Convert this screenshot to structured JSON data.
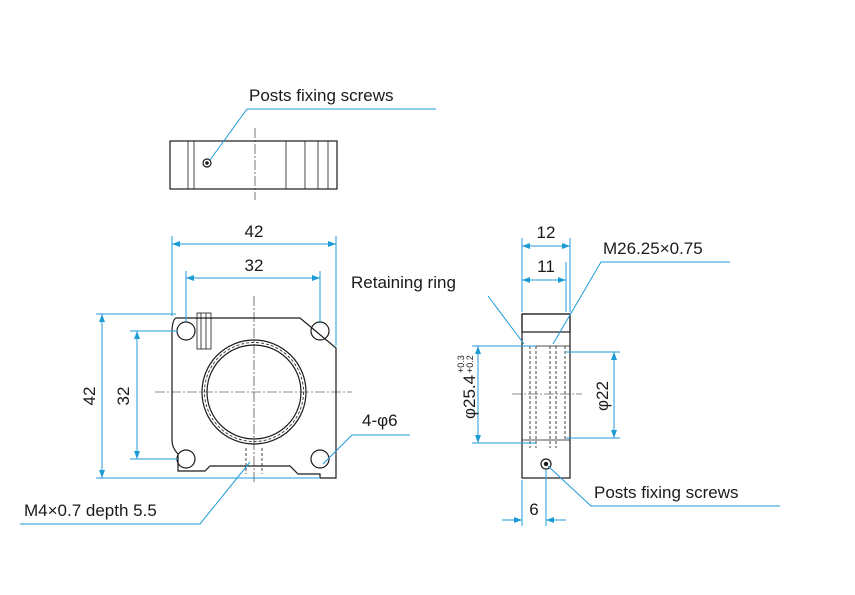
{
  "labels": {
    "posts_fixing_top": "Posts fixing screws",
    "posts_fixing_side": "Posts fixing screws",
    "retaining_ring": "Retaining ring",
    "thread_spec": "M26.25×0.75",
    "tapped_hole": "M4×0.7 depth 5.5",
    "holes": "4-φ6"
  },
  "dimensions": {
    "front_width_outer": "42",
    "front_width_inner": "32",
    "front_height_outer": "42",
    "front_height_inner": "32",
    "side_thickness": "12",
    "side_body": "11",
    "side_bore": "φ22",
    "side_screw_offset": "6",
    "bore_diameter": "φ25.4",
    "bore_tol_upper": "+0.3",
    "bore_tol_lower": "+0.2"
  },
  "colors": {
    "dimension_lines": "#1e9bd7",
    "part_outline": "#1a1a1a"
  }
}
